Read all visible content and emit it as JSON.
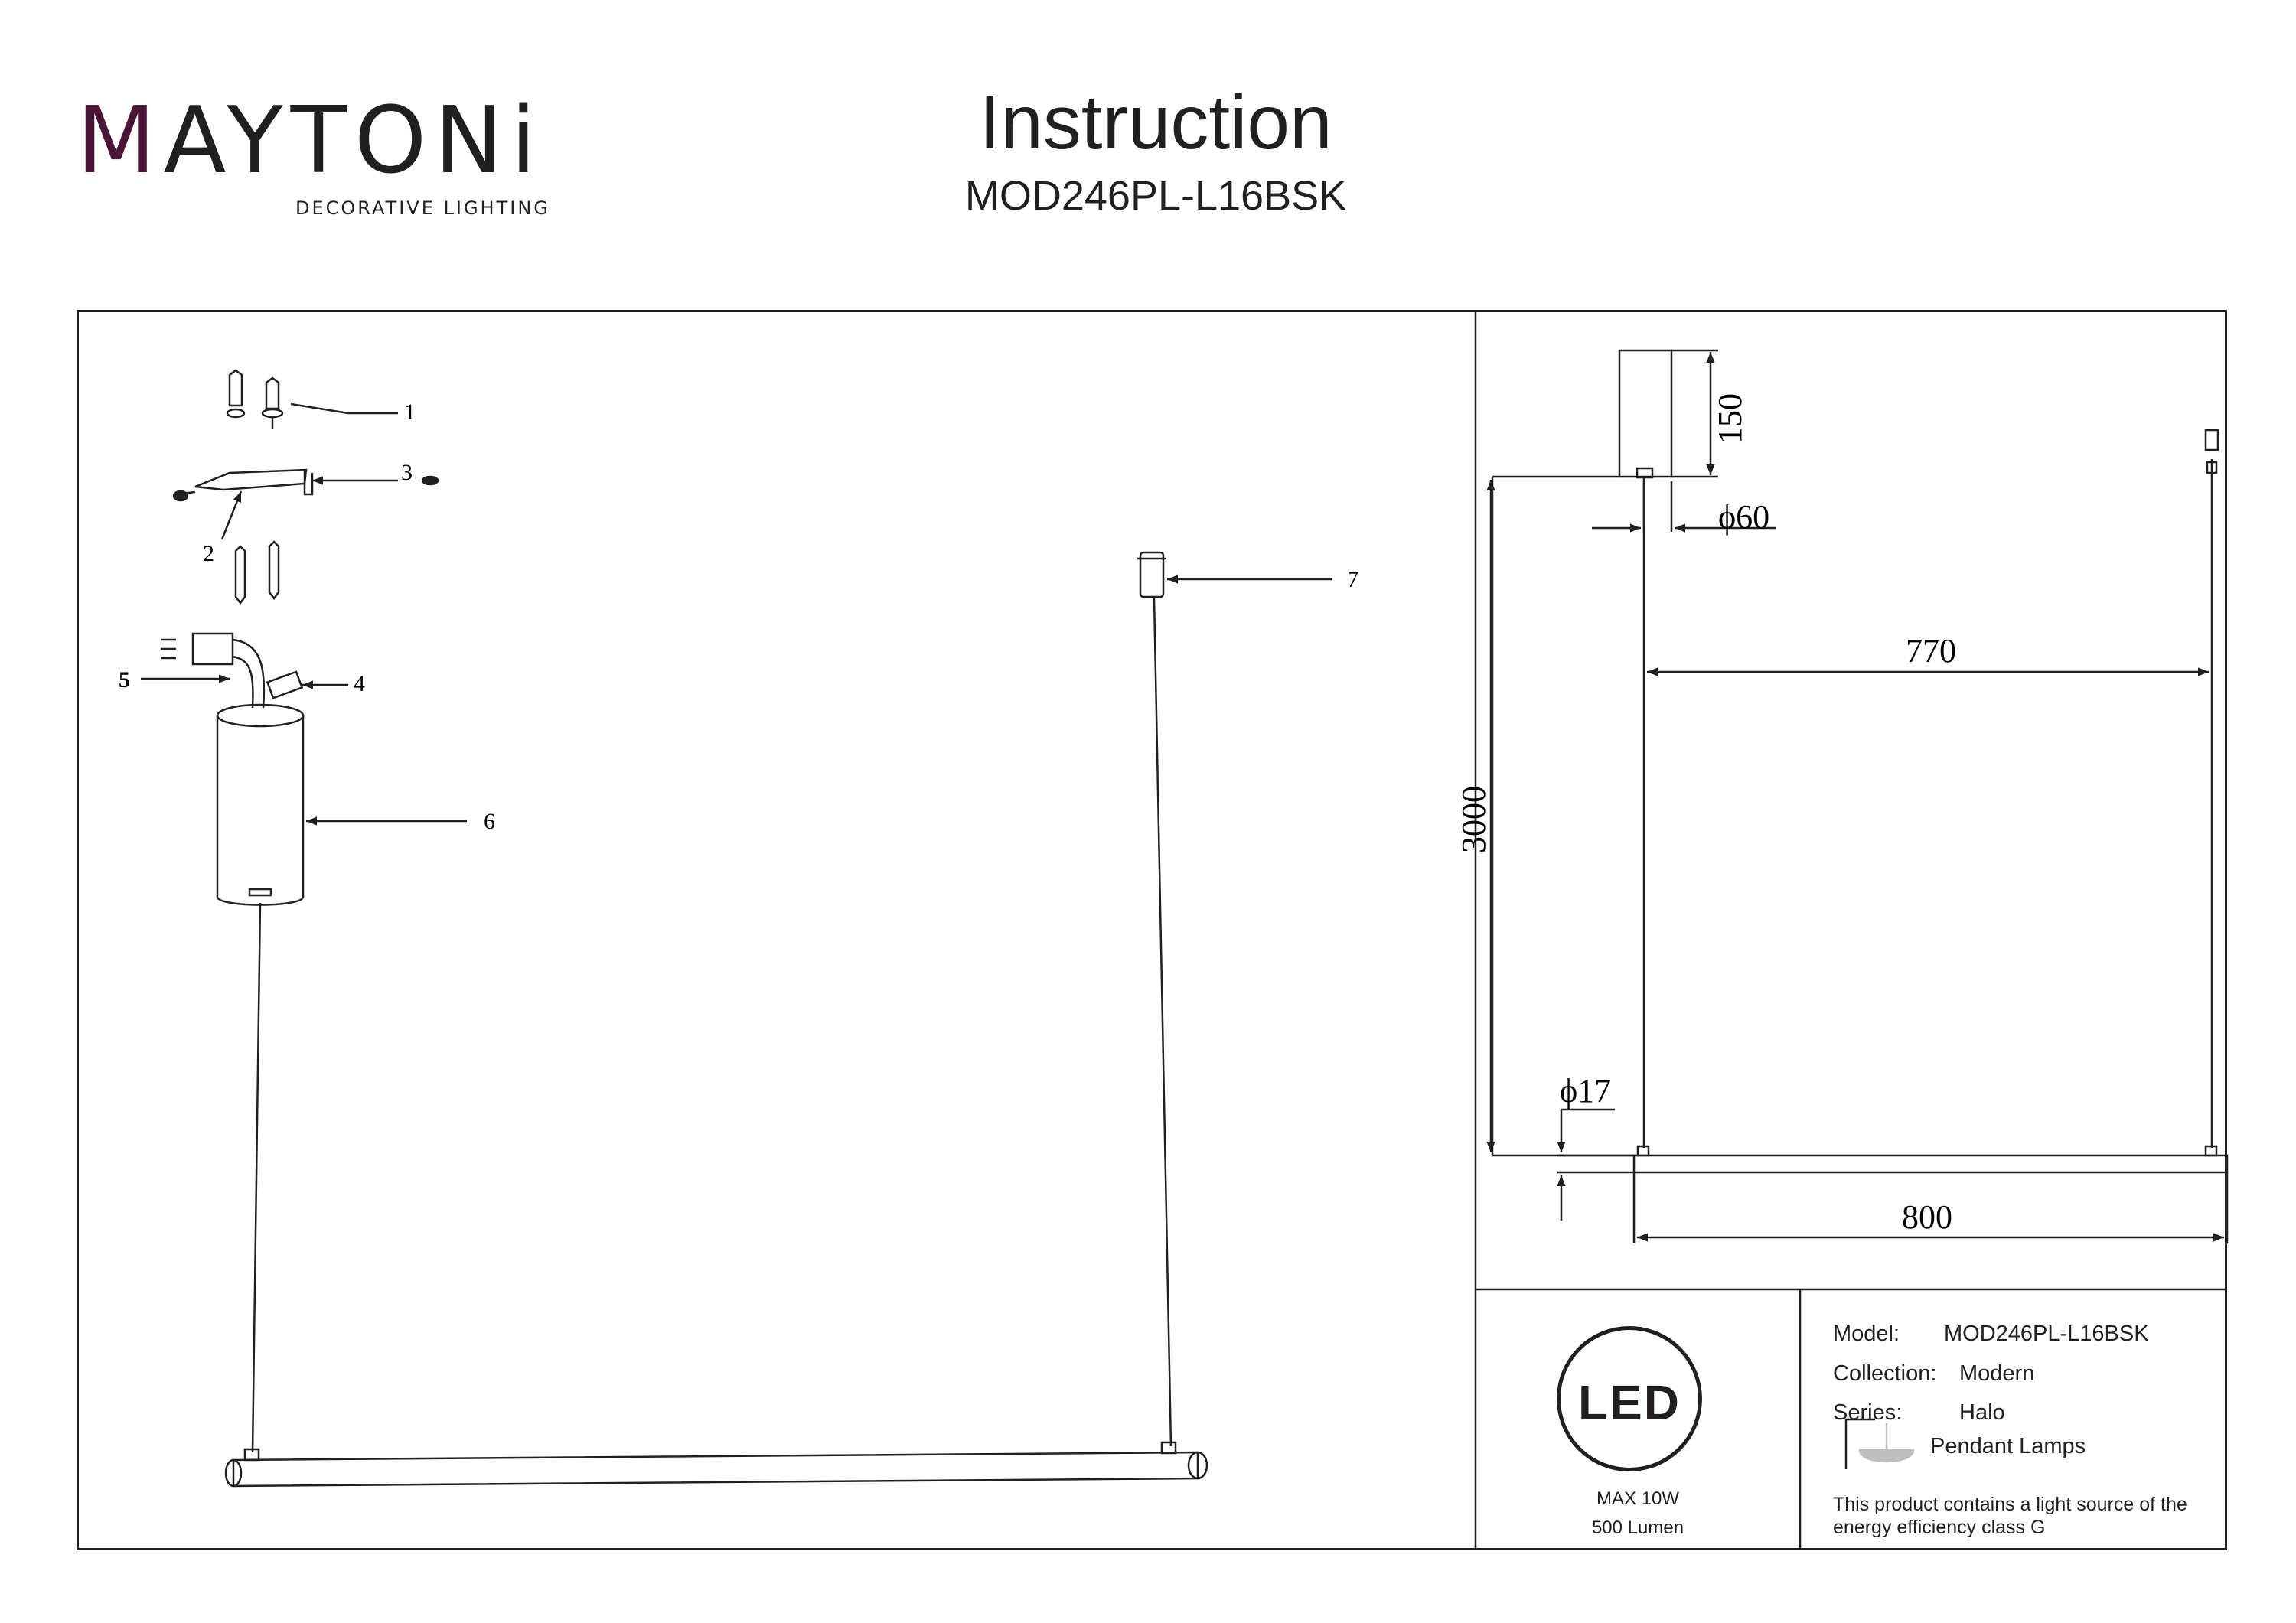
{
  "brand": {
    "name_m": "M",
    "name_rest": "AYTONi",
    "tagline": "DECORATIVE LIGHTING"
  },
  "header": {
    "title": "Instruction",
    "model": "MOD246PL-L16BSK"
  },
  "parts": {
    "p1": "1",
    "p2": "2",
    "p3": "3",
    "p4": "4",
    "p5": "5",
    "p6": "6",
    "p7": "7"
  },
  "dimensions": {
    "canopy_height": "150",
    "canopy_diameter": "ϕ60",
    "suspension_span": "770",
    "total_height": "3000",
    "tube_diameter": "ϕ17",
    "length": "800"
  },
  "led": {
    "badge": "LED",
    "power": "MAX 10W",
    "lumen": "500 Lumen"
  },
  "specs": {
    "model_label": "Model:",
    "model_value": "MOD246PL-L16BSK",
    "collection_label": "Collection:",
    "collection_value": "Modern",
    "series_label": "Series:",
    "series_value": "Halo",
    "type_value": "Pendant Lamps",
    "energy_note_1": "This product contains a light source of the",
    "energy_note_2": "energy efficiency class G"
  }
}
